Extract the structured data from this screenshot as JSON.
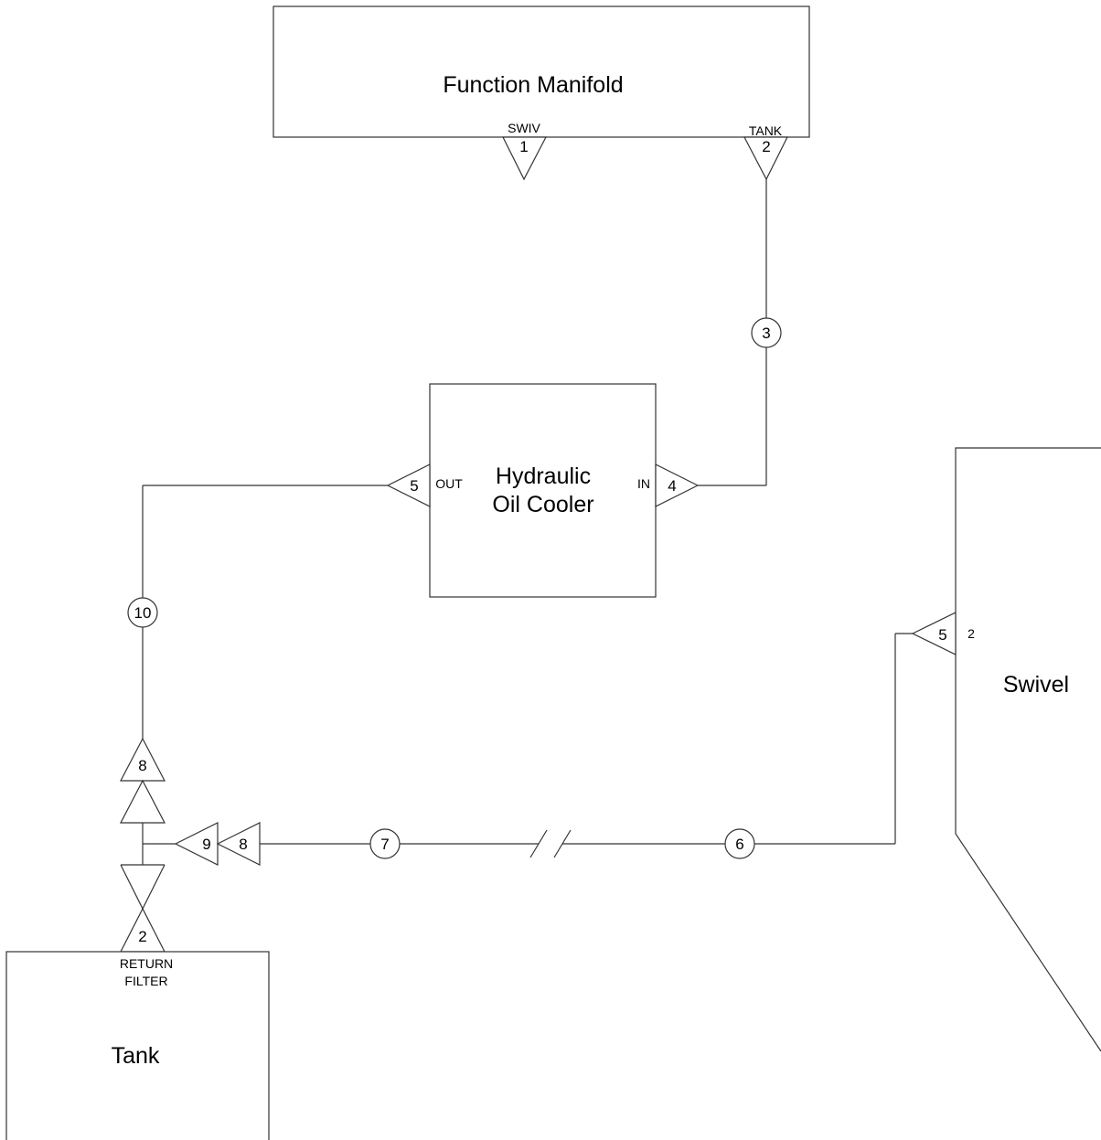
{
  "components": {
    "function_manifold": "Function Manifold",
    "oil_cooler_line1": "Hydraulic",
    "oil_cooler_line2": "Oil Cooler",
    "swivel": "Swivel",
    "tank": "Tank"
  },
  "port_labels": {
    "swiv": "SWIV",
    "tank": "TANK",
    "out": "OUT",
    "in": "IN",
    "return": "RETURN",
    "filter": "FILTER",
    "swivel_port": "2"
  },
  "fittings": {
    "manifold_swiv": "1",
    "manifold_tank": "2",
    "cooler_in": "4",
    "cooler_out": "5",
    "swivel_out": "5",
    "tee_side": "9",
    "adapter_horizontal": "8",
    "adapter_vertical": "8",
    "filter_port": "2"
  },
  "hoses": {
    "manifold_to_cooler": "3",
    "cooler_to_tee": "10",
    "tee_side_hose": "7",
    "swivel_side_hose": "6"
  }
}
